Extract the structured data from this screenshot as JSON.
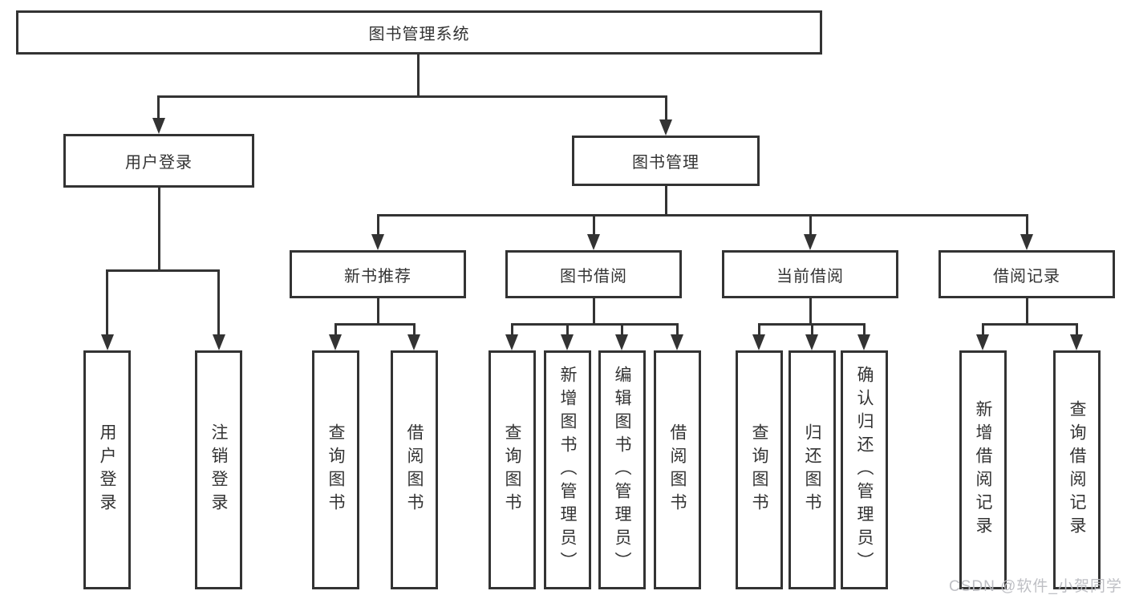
{
  "diagram": {
    "root": {
      "label": "图书管理系统"
    },
    "level2": [
      {
        "label": "用户登录",
        "children": [
          "用户登录",
          "注销登录"
        ]
      },
      {
        "label": "图书管理",
        "children": [
          {
            "label": "新书推荐",
            "children": [
              "查询图书",
              "借阅图书"
            ]
          },
          {
            "label": "图书借阅",
            "children": [
              "查询图书",
              "新增图书（管理员）",
              "编辑图书（管理员）",
              "借阅图书"
            ]
          },
          {
            "label": "当前借阅",
            "children": [
              "查询图书",
              "归还图书",
              "确认归还（管理员）"
            ]
          },
          {
            "label": "借阅记录",
            "children": [
              "新增借阅记录",
              "查询借阅记录"
            ]
          }
        ]
      }
    ]
  },
  "watermark": {
    "text": "CSDN @软件_小贺同学"
  },
  "colors": {
    "line": "#333333",
    "box_border": "#333333",
    "box_fill": "#ffffff",
    "text": "#333333",
    "watermark": "#babcc1"
  }
}
